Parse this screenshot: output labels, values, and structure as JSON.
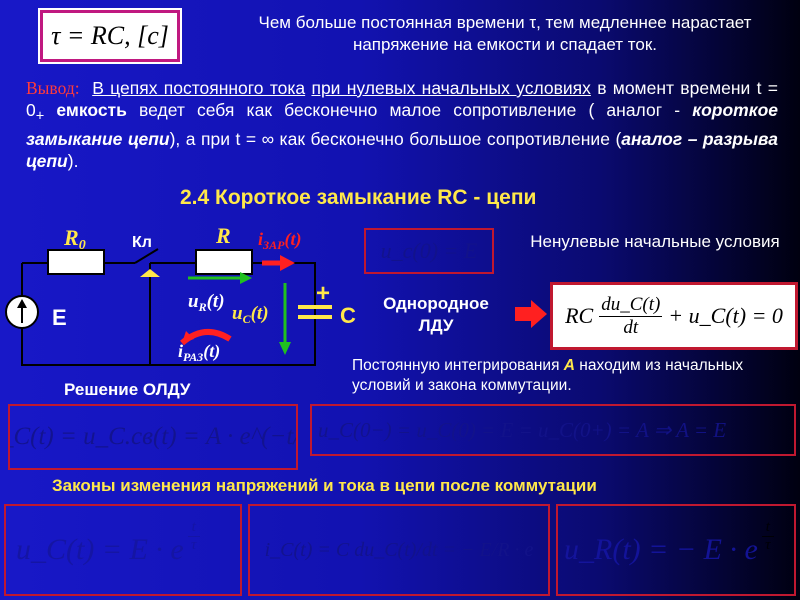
{
  "top_formula": "τ = RC, [c]",
  "top_note": "Чем больше постоянная времени τ, тем медленнее нарастает напряжение на емкости и спадает ток.",
  "conclusion": {
    "label": "Вывод:",
    "part1": "В цепях постоянного тока",
    "part2": "при нулевых начальных условиях",
    "part3": " в момент времени t = 0",
    "sub": "+",
    "part4": " емкость",
    "part5": " ведет себя как бесконечно малое сопротивление ( аналог - ",
    "part6": "короткое замыкание цепи",
    "part7": "), а при t = ∞ как бесконечно большое сопротивление (",
    "part8": "аналог – разрыва цепи",
    "part9": ")."
  },
  "section_title": "2.4   Короткое замыкание RC - цепи",
  "circuit": {
    "r0": "R",
    "r0_sub": "0",
    "switch": "Кл",
    "r": "R",
    "i_zar": "i",
    "i_zar_sub": "ЗАР",
    "i_zar_arg": "(t)",
    "u_r": "u",
    "u_r_sub": "R",
    "u_r_arg": "(t)",
    "u_c": "u",
    "u_c_sub": "C",
    "u_c_arg": "(t)",
    "plus": "+",
    "c": "C",
    "e": "E",
    "i_raz": "i",
    "i_raz_sub": "РАЗ",
    "i_raz_arg": "(t)"
  },
  "solution_label": "Решение  ОЛДУ",
  "uc0_formula": "u_c(0) = E",
  "nonzero_label": "Ненулевые начальные условия",
  "ldu_label": "Однородное ЛДУ",
  "ldu_formula": {
    "rc": "RC",
    "num": "du_C(t)",
    "den": "dt",
    "rest": "+ u_C(t) = 0"
  },
  "const_text": {
    "before": "Постоянную интегрирования ",
    "a": "A",
    "after": " находим из начальных условий и закона коммутации."
  },
  "solution_formula": "u_C(t) = u_C.св(t) = A · e^(−t/τ)",
  "init_formula": "u_C(0−) = u_C(0) = E = u_C(0+) = A ⇒ A = E",
  "laws_title": "Законы изменения напряжений и тока в цепи после коммутации",
  "law1": {
    "lhs": "u_C(t) = E · e",
    "exp_num": "t",
    "exp_den": "τ"
  },
  "law2": "i_C(t) = C du_C(t)/dt = − E/R · e",
  "law3": {
    "lhs": "u_R(t) = − E · e",
    "exp_num": "t",
    "exp_den": "τ"
  },
  "colors": {
    "accent_red": "#c01830",
    "yellow": "#ffe84a",
    "green_arrow": "#20c020",
    "current_red": "#ff2020"
  }
}
